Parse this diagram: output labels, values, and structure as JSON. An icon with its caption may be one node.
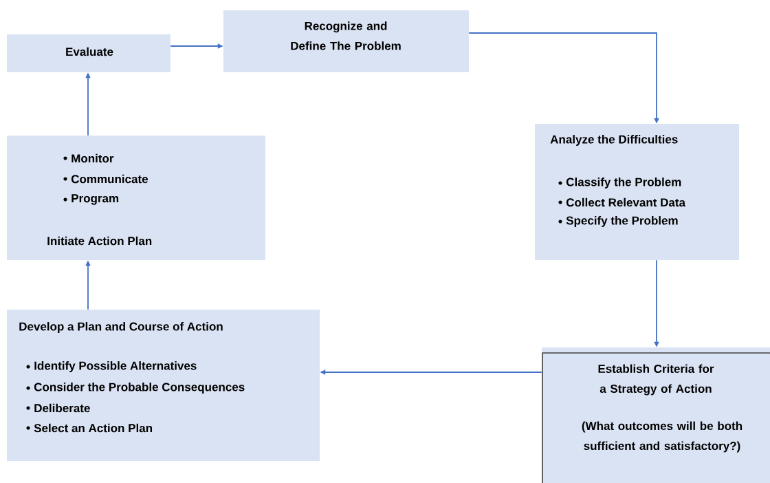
{
  "diagram": {
    "nodes": [
      {
        "text": [
          "Evaluate"
        ]
      },
      {
        "text": [
          "Recognize and Define The Problem"
        ]
      },
      {
        "text": [
          "Analyze the Difficulties",
          "Classify the Problem",
          "Collect Relevant Data",
          "Specify the Problem"
        ]
      },
      {
        "text": [
          "Monitor",
          "Communicate",
          "Program",
          "Initiate Action Plan"
        ]
      },
      {
        "text": [
          "Develop a Plan and Course of Action",
          "Identify Possible Alternatives",
          "Consider the Probable Consequences",
          "Deliberate",
          "Select an Action Plan"
        ]
      },
      {
        "text": [
          "Establish Criteria for a Strategy of Action",
          "(What outcomes will be both sufficient and satisfactory?)"
        ]
      }
    ],
    "edges": [
      {
        "from": 0,
        "to": 1,
        "arrow": "to"
      },
      {
        "from": 1,
        "to": 2,
        "arrow": "to"
      },
      {
        "from": 2,
        "to": 5,
        "arrow": "to"
      },
      {
        "from": 5,
        "to": 4,
        "arrow": "to"
      },
      {
        "from": 4,
        "to": 3,
        "arrow": "to"
      },
      {
        "from": 3,
        "to": 0,
        "arrow": "to"
      }
    ]
  }
}
